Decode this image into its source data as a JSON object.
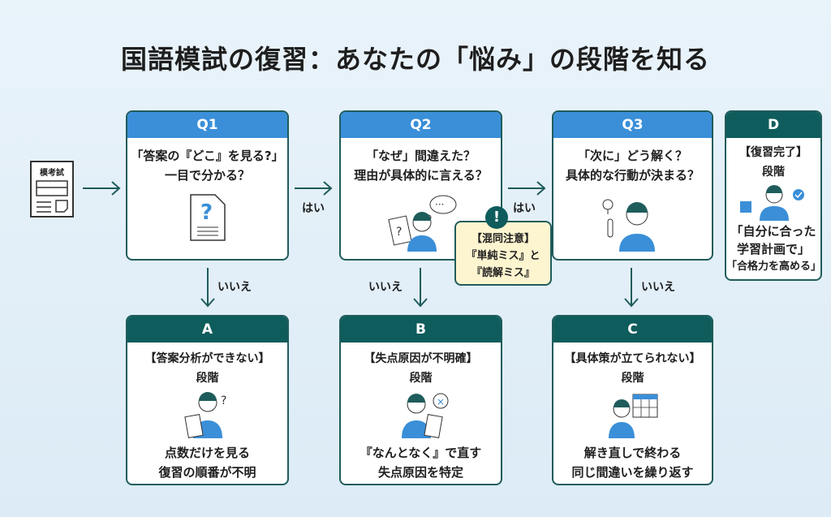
{
  "title": "国語模試の復習：あなたの「悩み」の段階を知る",
  "exam_label": "模考試",
  "yes": "はい",
  "no": "いいえ",
  "questions": [
    {
      "id": "Q1",
      "lines": [
        "「答案の『どこ』を見る?」",
        "一目で分かる？"
      ]
    },
    {
      "id": "Q2",
      "lines": [
        "「なぜ」間違えた？",
        "理由が具体的に言える？"
      ]
    },
    {
      "id": "Q3",
      "lines": [
        "「次に」どう解く？",
        "具体的な行動が決まる？"
      ]
    }
  ],
  "stages": [
    {
      "id": "A",
      "name": "【答案分析ができない】",
      "suffix": "段階",
      "lines": [
        "点数だけを見る",
        "復習の順番が不明"
      ]
    },
    {
      "id": "B",
      "name": "【失点原因が不明確】",
      "suffix": "段階",
      "lines": [
        "『なんとなく』で直す",
        "失点原因を特定"
      ]
    },
    {
      "id": "C",
      "name": "【具体策が立てられない】",
      "suffix": "段階",
      "lines": [
        "解き直しで終わる",
        "同じ間違いを繰り返す"
      ]
    },
    {
      "id": "D",
      "name": "【復習完了】",
      "suffix": "段階",
      "lines": [
        "「自分に合った",
        "学習計画で」",
        "「合格力を高める」"
      ]
    }
  ],
  "note": {
    "icon": "exclamation-icon",
    "mark": "!",
    "lines": [
      "【混同注意】",
      "『単純ミス』と",
      "『読解ミス』"
    ]
  },
  "colors": {
    "question_header": "#3a8fd8",
    "stage_header": "#0f5c5c",
    "note_bg": "#fdf5d0"
  }
}
